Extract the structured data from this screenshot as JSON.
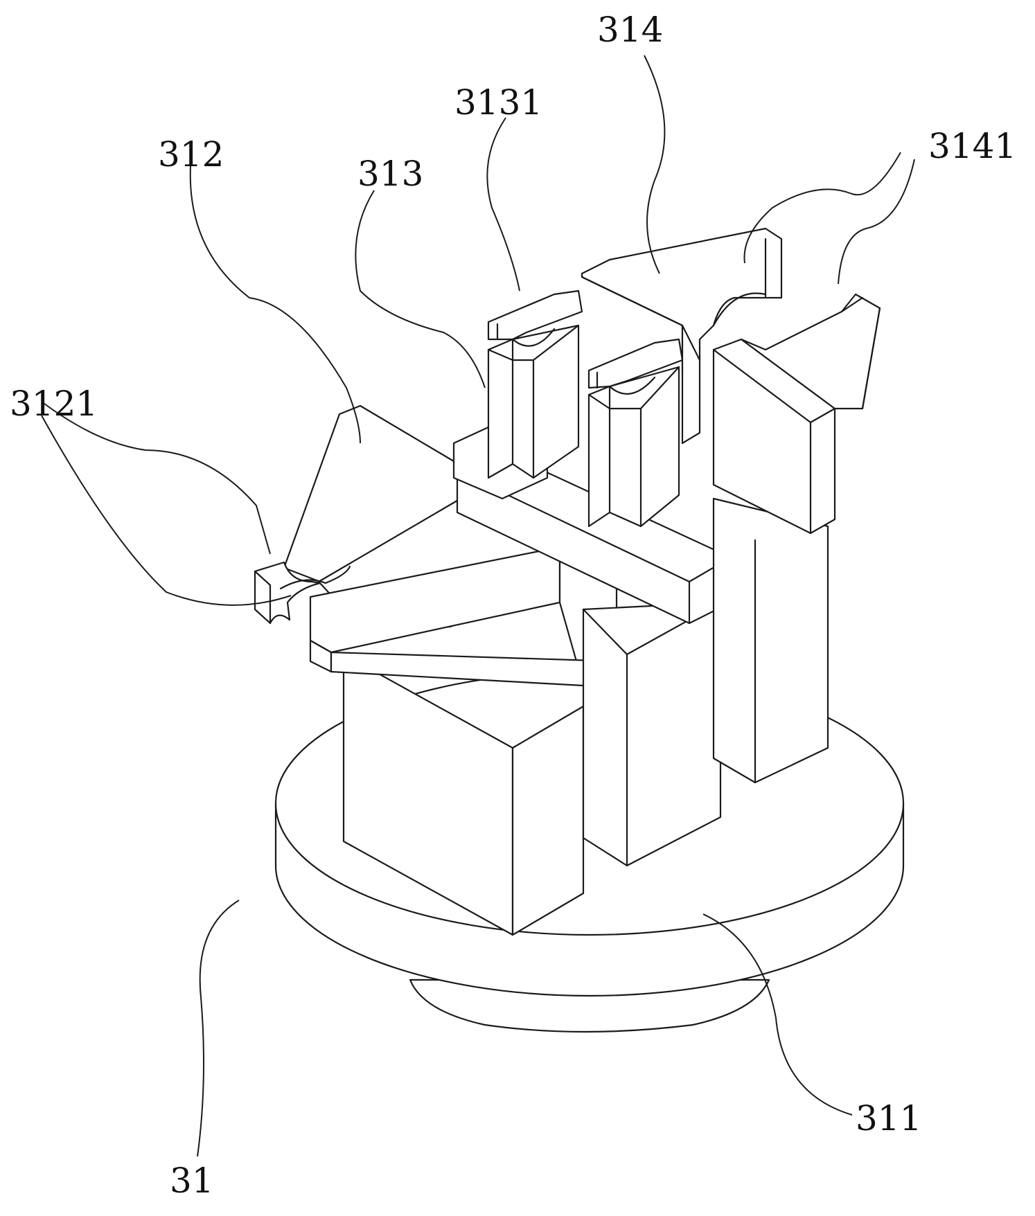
{
  "labels": {
    "l314": "314",
    "l3131": "3131",
    "l3141": "3141",
    "l312": "312",
    "l313": "313",
    "l3121": "3121",
    "l311": "311",
    "l31": "31"
  }
}
